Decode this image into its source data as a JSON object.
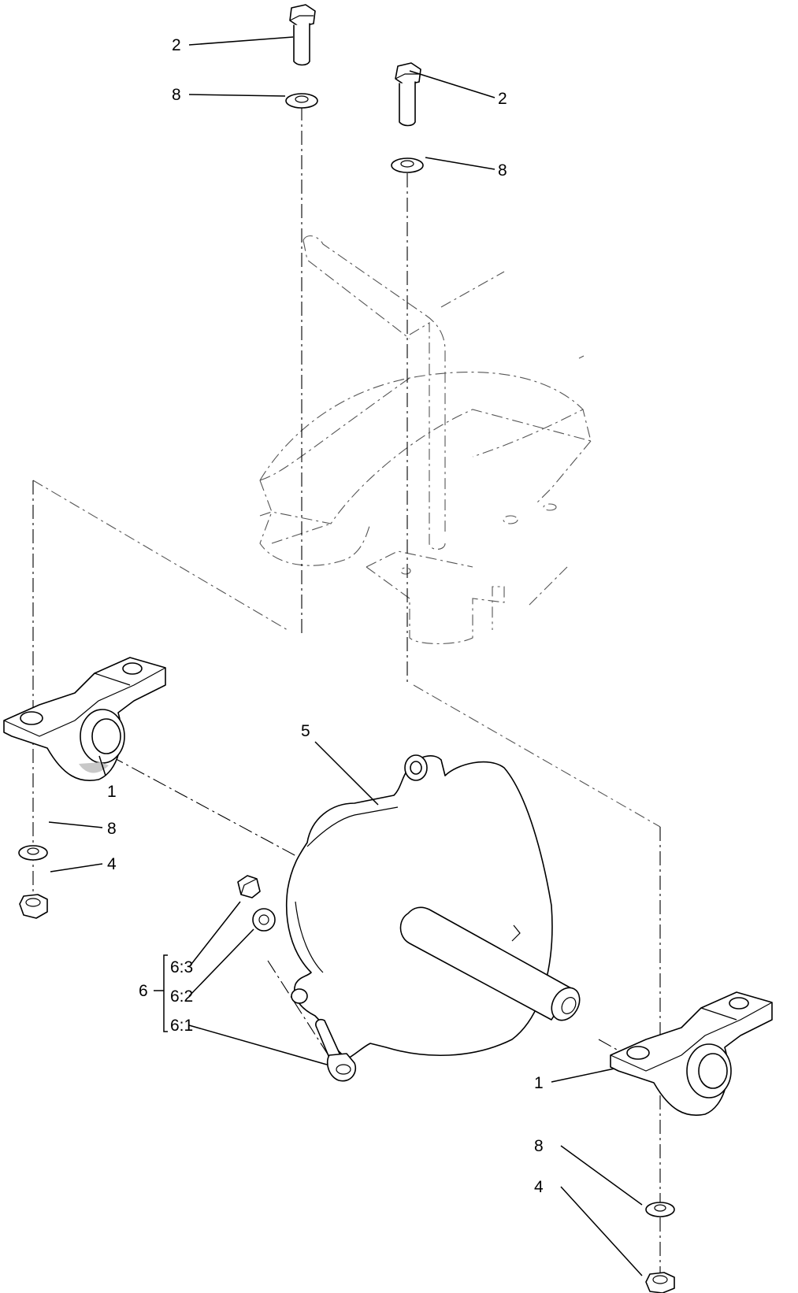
{
  "callouts": {
    "c2_left": "2",
    "c8_left_top": "8",
    "c2_right": "2",
    "c8_right_top": "8",
    "c5": "5",
    "c1_left": "1",
    "c8_left_bottom": "8",
    "c4_left": "4",
    "c6": "6",
    "c6_3": "6:3",
    "c6_2": "6:2",
    "c6_1": "6:1",
    "c1_right": "1",
    "c8_right_bottom": "8",
    "c4_right": "4"
  }
}
